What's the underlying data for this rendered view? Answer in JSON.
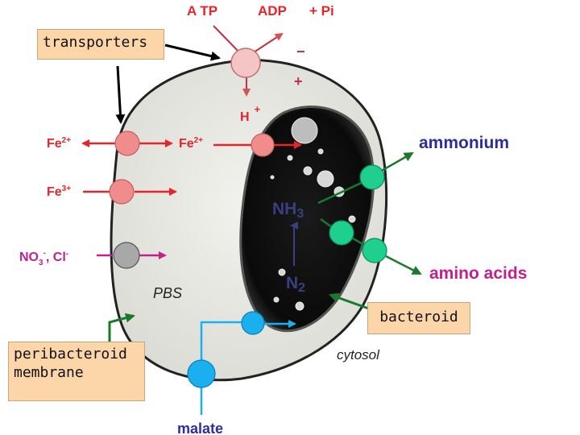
{
  "labels": {
    "atp": "A TP",
    "adp": "ADP",
    "pi": "+ Pi",
    "minus": "−",
    "plus": "+",
    "h": "H",
    "h_plus": "+",
    "fe2_left": "Fe",
    "fe2_left_sup": "2+",
    "fe2_right": "Fe",
    "fe2_right_sup": "2+",
    "fe3": "Fe",
    "fe3_sup": "3+",
    "no3": "NO",
    "no3_sub": "3",
    "no3_sup": "-",
    "cl": ", Cl",
    "cl_sup": "-",
    "ammonium": "ammonium",
    "nh3": "NH",
    "nh3_sub": "3",
    "n2": "N",
    "n2_sub": "2",
    "amino_acids": "amino acids",
    "pbs": "PBS",
    "cytosol": "cytosol",
    "malate": "malate"
  },
  "callouts": {
    "transporters": "transporters",
    "bacteroid": "bacteroid",
    "membrane": "peribacteroid\nmembrane"
  },
  "colors": {
    "red": "#e8242a",
    "magenta": "#c02090",
    "green": "#1a7a2c",
    "teal": "#1ecf8e",
    "blue": "#1ab0f0",
    "pink": "#f08c8c",
    "callout": "#fcd5a8"
  }
}
